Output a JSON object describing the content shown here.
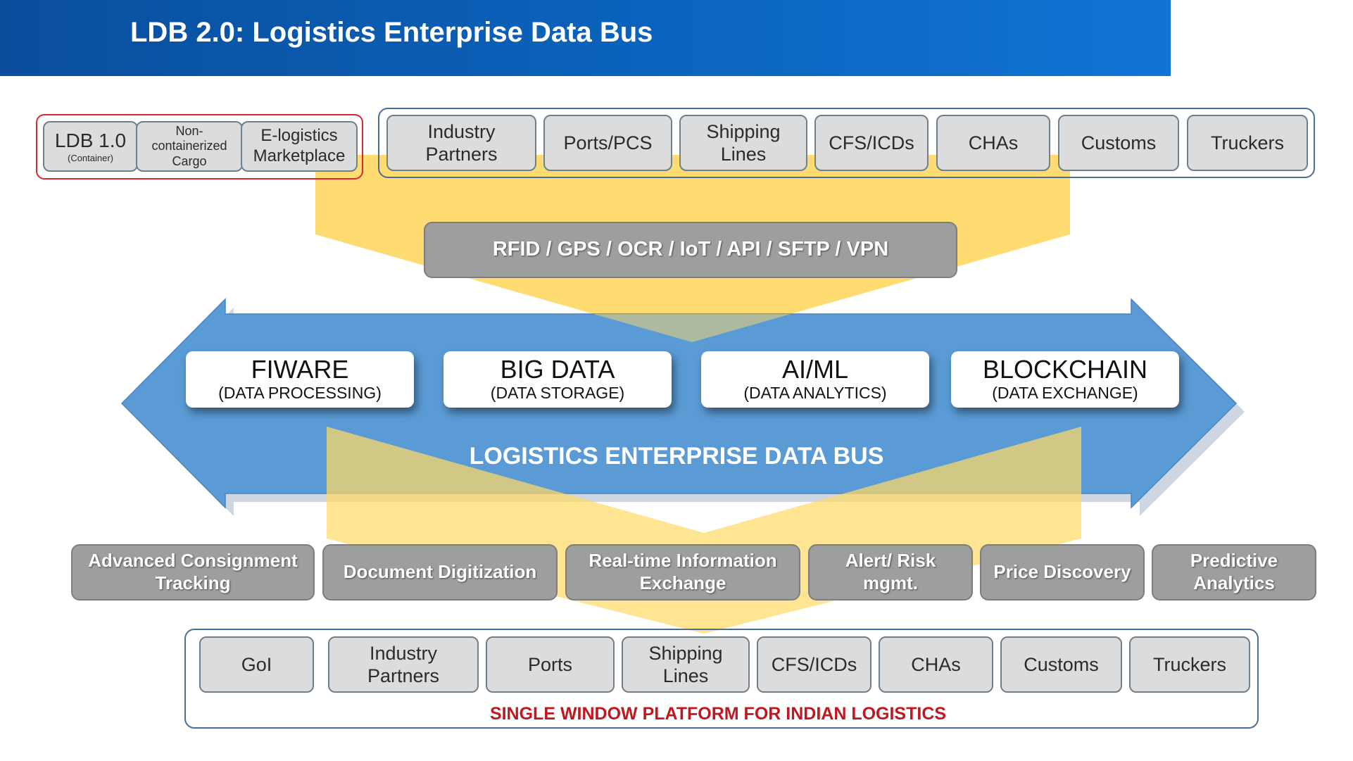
{
  "title": "LDB 2.0: Logistics Enterprise Data Bus",
  "legacy_boxes": [
    {
      "label": "LDB 1.0",
      "sub": "(Container)"
    },
    {
      "label": "Non-containerized Cargo",
      "sub": ""
    },
    {
      "label": "E-logistics Marketplace",
      "sub": ""
    }
  ],
  "top_stakeholders": [
    "Industry Partners",
    "Ports/PCS",
    "Shipping Lines",
    "CFS/ICDs",
    "CHAs",
    "Customs",
    "Truckers"
  ],
  "integration_methods": "RFID / GPS / OCR / IoT / API / SFTP / VPN",
  "technologies": [
    {
      "name": "FIWARE",
      "role": "(DATA PROCESSING)"
    },
    {
      "name": "BIG DATA",
      "role": "(DATA STORAGE)"
    },
    {
      "name": "AI/ML",
      "role": "(DATA ANALYTICS)"
    },
    {
      "name": "BLOCKCHAIN",
      "role": "(DATA EXCHANGE)"
    }
  ],
  "bus_label": "LOGISTICS ENTERPRISE DATA BUS",
  "services": [
    "Advanced Consignment Tracking",
    "Document Digitization",
    "Real-time Information Exchange",
    "Alert/ Risk mgmt.",
    "Price Discovery",
    "Predictive Analytics"
  ],
  "bottom_stakeholders": [
    "GoI",
    "Industry Partners",
    "Ports",
    "Shipping Lines",
    "CFS/ICDs",
    "CHAs",
    "Customs",
    "Truckers"
  ],
  "platform_label": "SINGLE WINDOW PLATFORM FOR INDIAN LOGISTICS",
  "colors": {
    "header_blue": "#0b63bd",
    "bus_blue": "#5b9bd5",
    "funnel_yellow": "#ffd966",
    "accent_red": "#c0181f"
  }
}
